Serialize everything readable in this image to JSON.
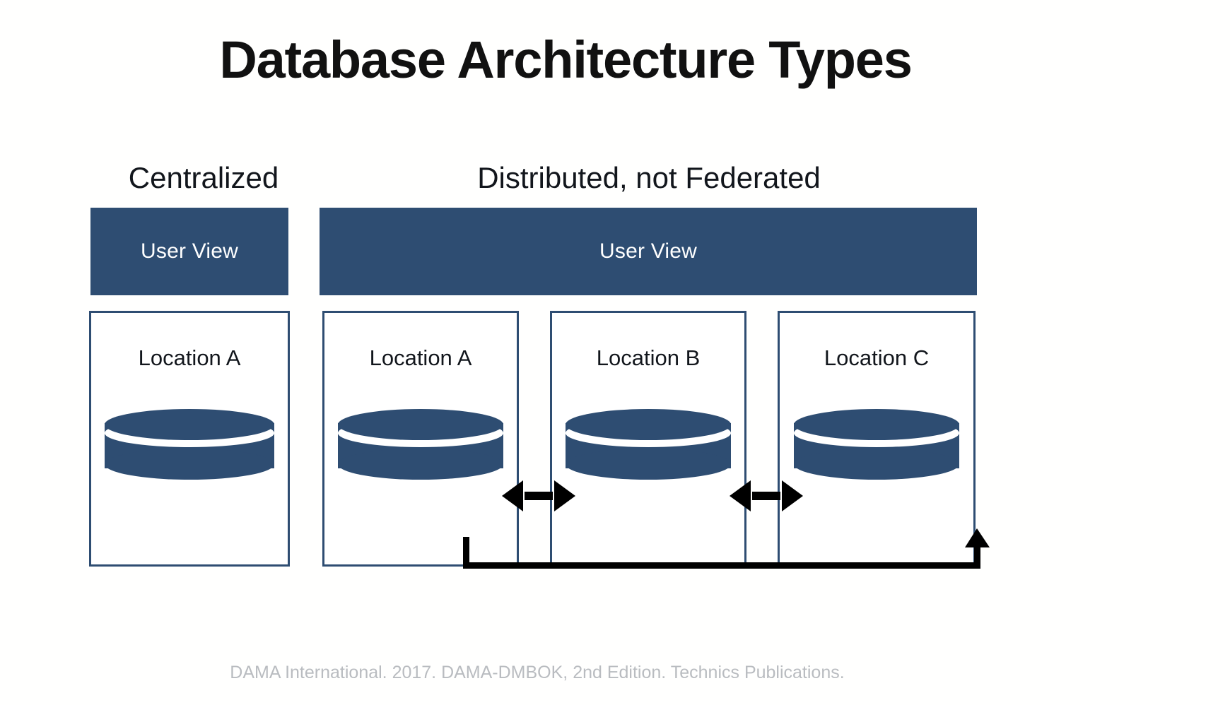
{
  "slide": {
    "title": "Database Architecture Types",
    "caption": "DAMA International. 2017. DAMA-DMBOK, 2nd Edition. Technics Publications.",
    "background_color": "#ffffff",
    "accent_color": "#2e4d72",
    "arrow_color": "#000000",
    "caption_color": "#b9bcc0"
  },
  "sections": [
    {
      "heading": "Centralized",
      "user_view_label": "User View",
      "locations": [
        {
          "label": "Location A",
          "icon": "database-cylinder-icon"
        }
      ]
    },
    {
      "heading": "Distributed, not Federated",
      "user_view_label": "User View",
      "locations": [
        {
          "label": "Location A",
          "icon": "database-cylinder-icon"
        },
        {
          "label": "Location B",
          "icon": "database-cylinder-icon"
        },
        {
          "label": "Location C",
          "icon": "database-cylinder-icon"
        }
      ]
    }
  ],
  "connectors": [
    {
      "name": "bidirectional-arrow-a-b",
      "from": "Location A",
      "to": "Location B",
      "style": "double-headed"
    },
    {
      "name": "bidirectional-arrow-b-c",
      "from": "Location B",
      "to": "Location C",
      "style": "double-headed"
    },
    {
      "name": "replication-arrow-a-to-c",
      "from": "Location A",
      "to": "Location C",
      "style": "single-headed-elbow"
    }
  ]
}
